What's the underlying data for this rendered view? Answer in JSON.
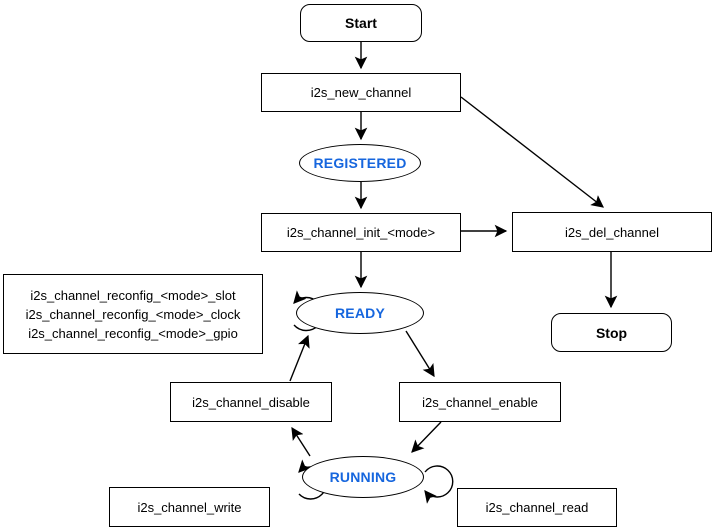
{
  "diagram": {
    "nodes": {
      "start": {
        "label": "Start"
      },
      "new_channel": {
        "label": "i2s_new_channel"
      },
      "registered": {
        "label": "REGISTERED"
      },
      "init": {
        "label": "i2s_channel_init_<mode>"
      },
      "del_channel": {
        "label": "i2s_del_channel"
      },
      "stop": {
        "label": "Stop"
      },
      "ready": {
        "label": "READY"
      },
      "reconfig": {
        "lines": [
          "i2s_channel_reconfig_<mode>_slot",
          "i2s_channel_reconfig_<mode>_clock",
          "i2s_channel_reconfig_<mode>_gpio"
        ]
      },
      "disable": {
        "label": "i2s_channel_disable"
      },
      "enable": {
        "label": "i2s_channel_enable"
      },
      "running": {
        "label": "RUNNING"
      },
      "write": {
        "label": "i2s_channel_write"
      },
      "read": {
        "label": "i2s_channel_read"
      }
    },
    "colors": {
      "state_text": "#1666DE",
      "stroke": "#000000",
      "background": "#ffffff"
    }
  }
}
